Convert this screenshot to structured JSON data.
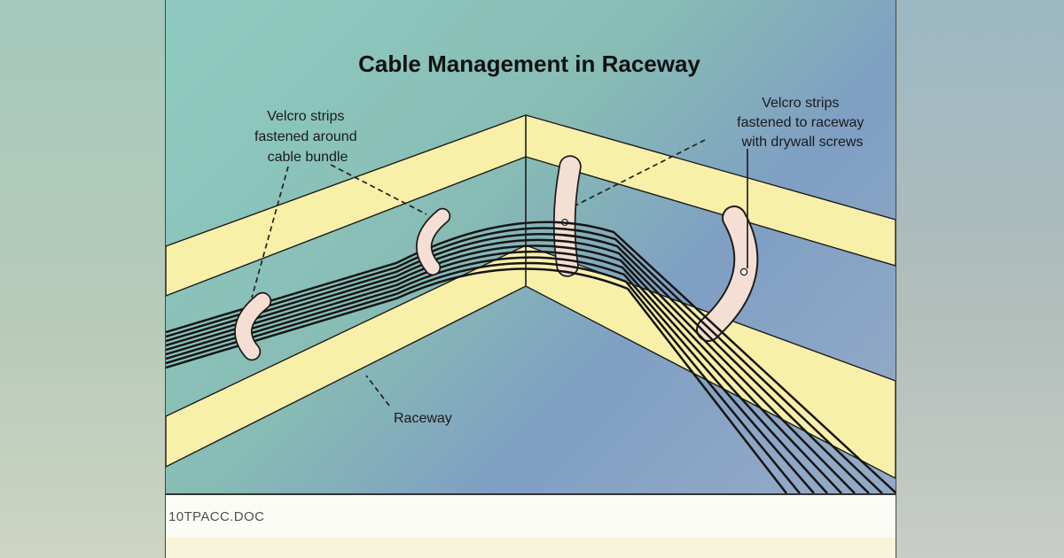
{
  "figure_title": "Cable Management in Raceway",
  "labels": {
    "bundle_strips": [
      "Velcro strips",
      "fastened around",
      "cable bundle"
    ],
    "raceway_strips": [
      "Velcro strips",
      "fastened to raceway",
      "with drywall screws"
    ],
    "raceway": "Raceway"
  },
  "caption": "10TPACC.DOC",
  "colors": {
    "diagram_teal": "#8ecabf",
    "diagram_teal_mid": "#87bcb4",
    "diagram_blue": "#7f9fc3",
    "diagram_blue_light": "#92a9c6",
    "raceway_yellow": "#f8f0a8",
    "velcro_pink": "#f5ded3",
    "cable": "#151515",
    "outline": "#1c1c1c",
    "caption_text": "#4e4e4e"
  }
}
